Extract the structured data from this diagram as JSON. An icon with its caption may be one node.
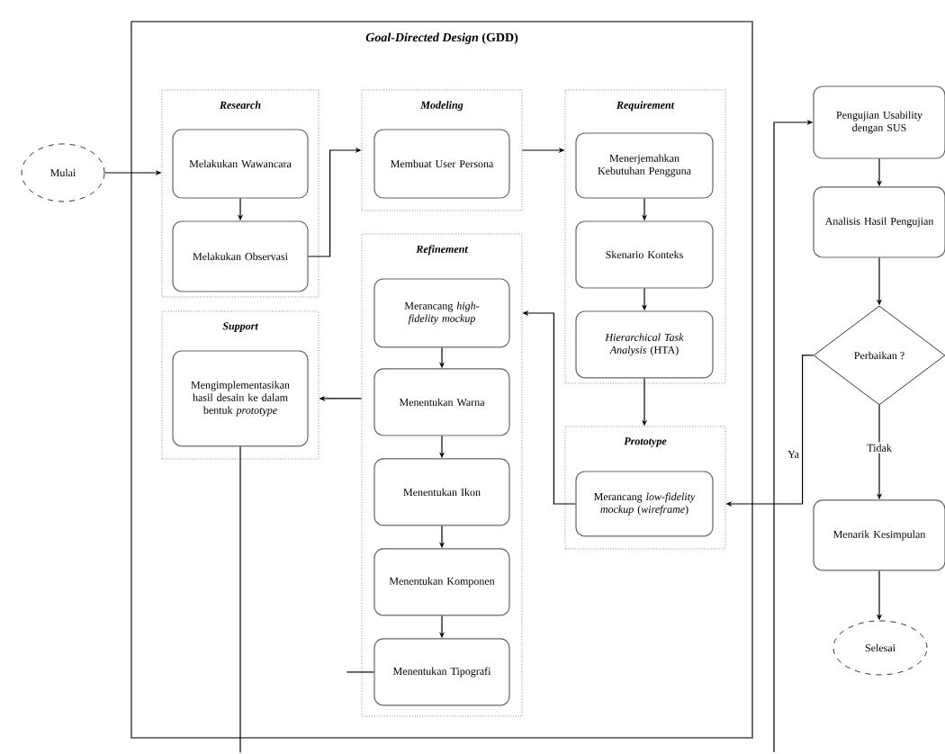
{
  "diagram": {
    "nodes": [
      {
        "text": [
          "Mulai"
        ]
      },
      {
        "text": [
          "*Goal-Directed Design* (GDD)"
        ]
      },
      {
        "text": [
          "Research"
        ],
        "in": 1
      },
      {
        "text": [
          "Melakukan Wawancara"
        ],
        "in": 2
      },
      {
        "text": [
          "Melakukan Observasi"
        ],
        "in": 2
      },
      {
        "text": [
          "Modeling"
        ],
        "in": 1
      },
      {
        "text": [
          "Membuat User Persona"
        ],
        "in": 5
      },
      {
        "text": [
          "Requirement"
        ],
        "in": 1
      },
      {
        "text": [
          "Menerjemahkan Kebutuhan Pengguna"
        ],
        "in": 7
      },
      {
        "text": [
          "Skenario Konteks"
        ],
        "in": 7
      },
      {
        "text": [
          "*Hierarchical Task Analysis* (HTA)"
        ],
        "in": 7
      },
      {
        "text": [
          "Support"
        ],
        "in": 1
      },
      {
        "text": [
          "Mengimplementasikan hasil desain ke dalam bentuk *prototype*"
        ],
        "in": 11
      },
      {
        "text": [
          "Refinement"
        ],
        "in": 1
      },
      {
        "text": [
          "Merancang *high-fidelity mockup*"
        ],
        "in": 13
      },
      {
        "text": [
          "Menentukan Warna"
        ],
        "in": 13
      },
      {
        "text": [
          "Menentukan Ikon"
        ],
        "in": 13
      },
      {
        "text": [
          "Menentukan Komponen"
        ],
        "in": 13
      },
      {
        "text": [
          "Menentukan Tipografi"
        ],
        "in": 13
      },
      {
        "text": [
          "Prototype"
        ],
        "in": 1
      },
      {
        "text": [
          "Merancang *low-fidelity mockup* (*wireframe*)"
        ],
        "in": 19
      },
      {
        "text": [
          "Pengujian Usability dengan SUS"
        ]
      },
      {
        "text": [
          "Analisis Hasil Pengujian"
        ]
      },
      {
        "text": [
          "Perbaikan ?"
        ]
      },
      {
        "text": [
          "Menarik Kesimpulan"
        ]
      },
      {
        "text": [
          "Selesai"
        ]
      }
    ],
    "edges": [
      {
        "from": 0,
        "to": 2,
        "arrow": "to"
      },
      {
        "from": 3,
        "to": 4,
        "arrow": "to"
      },
      {
        "from": 4,
        "to": 5,
        "arrow": "to"
      },
      {
        "from": 5,
        "to": 7,
        "arrow": "to"
      },
      {
        "from": 8,
        "to": 9,
        "arrow": "to"
      },
      {
        "from": 9,
        "to": 10,
        "arrow": "to"
      },
      {
        "from": 10,
        "to": 19,
        "arrow": "to"
      },
      {
        "from": 20,
        "to": 13,
        "arrow": "to"
      },
      {
        "from": 14,
        "to": 15,
        "arrow": "to"
      },
      {
        "from": 15,
        "to": 16,
        "arrow": "to"
      },
      {
        "from": 16,
        "to": 17,
        "arrow": "to"
      },
      {
        "from": 17,
        "to": 18,
        "arrow": "to"
      },
      {
        "from": 13,
        "to": 11,
        "arrow": "to"
      },
      {
        "from": 18,
        "to": null,
        "arrow": "none"
      },
      {
        "from": 12,
        "to": null,
        "arrow": "none"
      },
      {
        "from": null,
        "to": 21,
        "arrow": "to"
      },
      {
        "from": 21,
        "to": 22,
        "arrow": "to"
      },
      {
        "from": 22,
        "to": 23,
        "arrow": "to"
      },
      {
        "from": 23,
        "to": 24,
        "arrow": "to",
        "label": "Tidak"
      },
      {
        "from": 23,
        "to": 19,
        "arrow": "to",
        "label": "Ya"
      },
      {
        "from": 24,
        "to": 25,
        "arrow": "to"
      }
    ]
  }
}
